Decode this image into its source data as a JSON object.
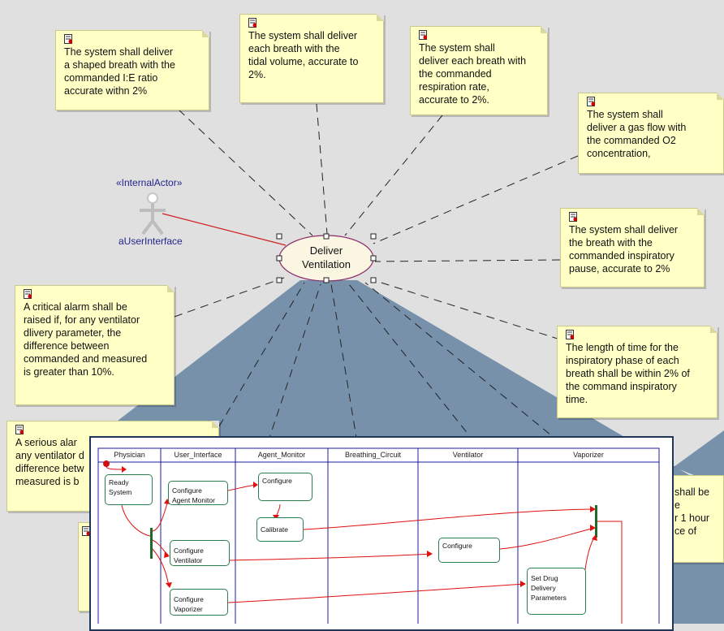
{
  "notes": [
    {
      "id": "ie-ratio",
      "text": "The system shall deliver\na shaped breath with the\ncommanded I:E ratio\naccurate withn 2%"
    },
    {
      "id": "tidal-volume",
      "text": "The system shall deliver\neach breath with the\ntidal volume, accurate to\n2%."
    },
    {
      "id": "resp-rate",
      "text": "The system shall\ndeliver each breath with\nthe commanded\nrespiration rate,\naccurate to 2%."
    },
    {
      "id": "o2",
      "text": "The system shall\ndeliver  a gas flow with\nthe commanded O2\nconcentration,"
    },
    {
      "id": "pause",
      "text": "The system shall deliver\nthe breath with the\ncommanded inspiratory\npause, accurate to 2%"
    },
    {
      "id": "inspiratory-time",
      "text": "The length of time for the\ninspiratory phase of each\nbreath shall be within 2% of\nthe command inspiratory\ntime."
    },
    {
      "id": "critical-alarm",
      "text": "A critical alarm shall be\nraised if, for any ventilator\ndlivery parameter, the\ndifference between\ncommanded and measured\nis greater than 10%."
    },
    {
      "id": "serious-alarm",
      "text": "A serious alar\nany ventilator d\ndifference betw\nmeasured is b"
    },
    {
      "id": "partial-right",
      "text": "shall be\ne\nr 1 hour\nce of"
    }
  ],
  "actor": {
    "stereotype": "«InternalActor»",
    "name": "aUserInterface"
  },
  "usecase": {
    "label": "Deliver\nVentilation"
  },
  "activity": {
    "lanes": [
      "Physician",
      "User_Interface",
      "Agent_Monitor",
      "Breathing_Circuit",
      "Ventilator",
      "Vaporizer"
    ],
    "actions": [
      {
        "id": "ready",
        "label": "Ready\nSystem"
      },
      {
        "id": "cfg-agent",
        "label": "Configure\nAgent Monitor"
      },
      {
        "id": "cfg-am",
        "label": "Configure"
      },
      {
        "id": "calibrate",
        "label": "Calibrate"
      },
      {
        "id": "cfg-vent",
        "label": "Configure\nVentilator"
      },
      {
        "id": "cfg-ventilator",
        "label": "Configure"
      },
      {
        "id": "cfg-vap",
        "label": "Configure\nVaporizer"
      },
      {
        "id": "drug",
        "label": "Set Drug\nDelivery\nParameters"
      }
    ]
  },
  "colors": {
    "note_fill": "#ffffc6",
    "projection": "#5f7f9f",
    "flow": "#e01010",
    "action_border": "#2c7d4f",
    "lane_header": "#1c1ca0"
  }
}
